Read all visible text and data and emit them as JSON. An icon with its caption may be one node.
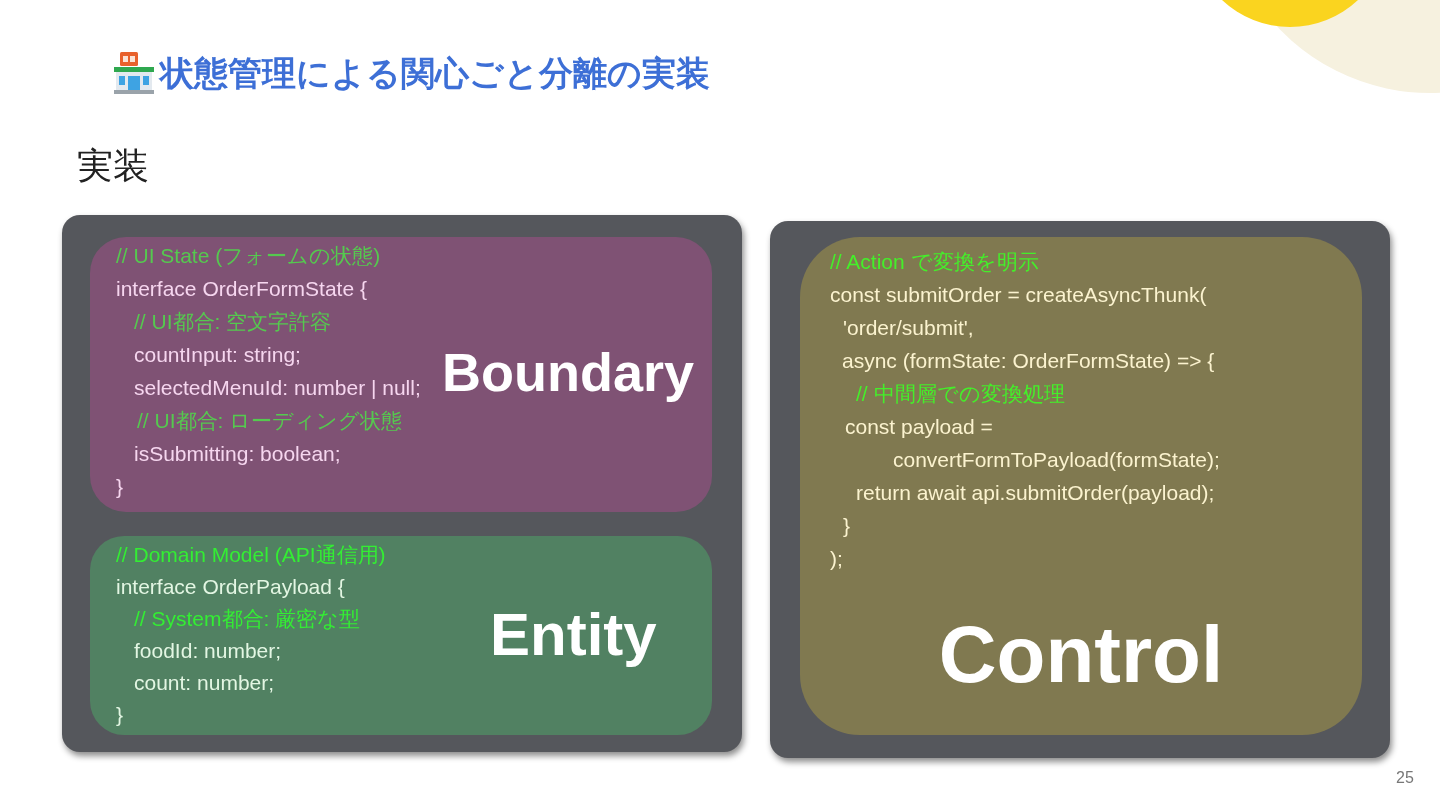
{
  "diagram": {
    "title": "状態管理による関心ごと分離の実装",
    "nodes": [
      {
        "text": [],
        "shape": "box"
      },
      {
        "text": [
          "Boundary",
          "// UI State (フォームの状態)",
          "interface OrderFormState {",
          "// UI都合: 空文字許容",
          "countInput: string;",
          "selectedMenuId: number | null;",
          "// UI都合: ローディング状態",
          "isSubmitting: boolean;",
          "}"
        ],
        "in": 0
      },
      {
        "text": [
          "Entity",
          "// Domain Model (API通信用)",
          "interface OrderPayload {",
          "// System都合: 厳密な型",
          "foodId: number;",
          "count: number;",
          "}"
        ],
        "in": 0
      },
      {
        "text": [],
        "shape": "box"
      },
      {
        "text": [
          "Control",
          "// Action で変換を明示",
          "const submitOrder = createAsyncThunk(",
          "'order/submit',",
          "async (formState: OrderFormState) => {",
          "// 中間層での変換処理",
          "const payload =",
          "convertFormToPayload(formState);",
          "return await api.submitOrder(payload);",
          "}",
          ");"
        ],
        "in": 3
      }
    ],
    "labels": [
      "実装",
      "25"
    ]
  }
}
